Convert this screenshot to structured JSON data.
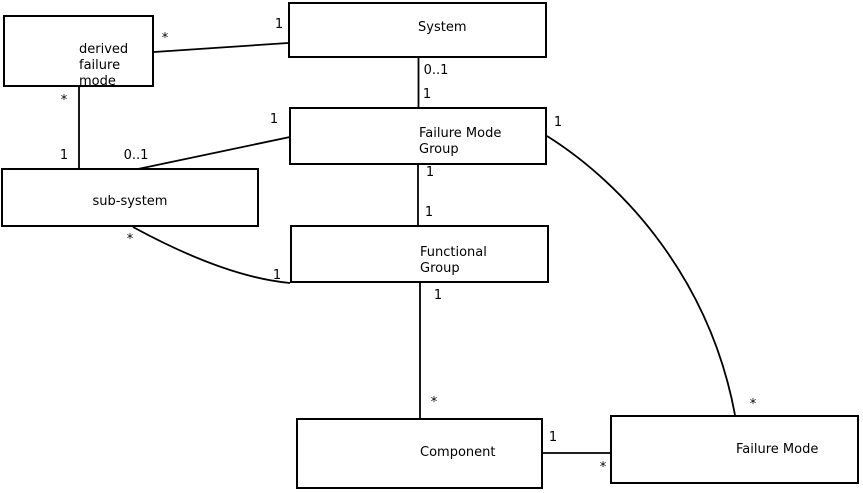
{
  "diagram": {
    "type": "entity-relationship-diagram",
    "colors": {
      "background": "#ffffff",
      "line": "#000000",
      "node_fill": "#ffffff",
      "text": "#000000"
    },
    "nodes": [
      {
        "id": "derived-failure-mode",
        "lines": [
          "derived",
          "failure",
          "mode"
        ]
      },
      {
        "id": "system",
        "lines": [
          "System"
        ]
      },
      {
        "id": "failure-mode-group",
        "lines": [
          "Failure Mode",
          "Group"
        ]
      },
      {
        "id": "sub-system",
        "lines": [
          "sub-system"
        ]
      },
      {
        "id": "functional-group",
        "lines": [
          "Functional",
          "Group"
        ]
      },
      {
        "id": "component",
        "lines": [
          "Component"
        ]
      },
      {
        "id": "failure-mode",
        "lines": [
          "Failure Mode"
        ]
      }
    ],
    "edges": [
      {
        "from": "derived-failure-mode",
        "to": "system",
        "from_label": "*",
        "to_label": "1"
      },
      {
        "from": "derived-failure-mode",
        "to": "sub-system",
        "from_label": "*",
        "to_label": "1"
      },
      {
        "from": "system",
        "to": "failure-mode-group",
        "from_label": "0..1",
        "to_label": "1"
      },
      {
        "from": "failure-mode-group",
        "to": "sub-system",
        "from_label": "1",
        "to_label": "0..1"
      },
      {
        "from": "failure-mode-group",
        "to": "functional-group",
        "from_label": "1",
        "to_label": "1"
      },
      {
        "from": "sub-system",
        "to": "functional-group",
        "from_label": "*",
        "to_label": "1"
      },
      {
        "from": "functional-group",
        "to": "component",
        "from_label": "1",
        "to_label": "*"
      },
      {
        "from": "component",
        "to": "failure-mode",
        "from_label": "1",
        "to_label": "*"
      },
      {
        "from": "failure-mode-group",
        "to": "failure-mode",
        "from_label": "1",
        "to_label": "*"
      }
    ]
  }
}
